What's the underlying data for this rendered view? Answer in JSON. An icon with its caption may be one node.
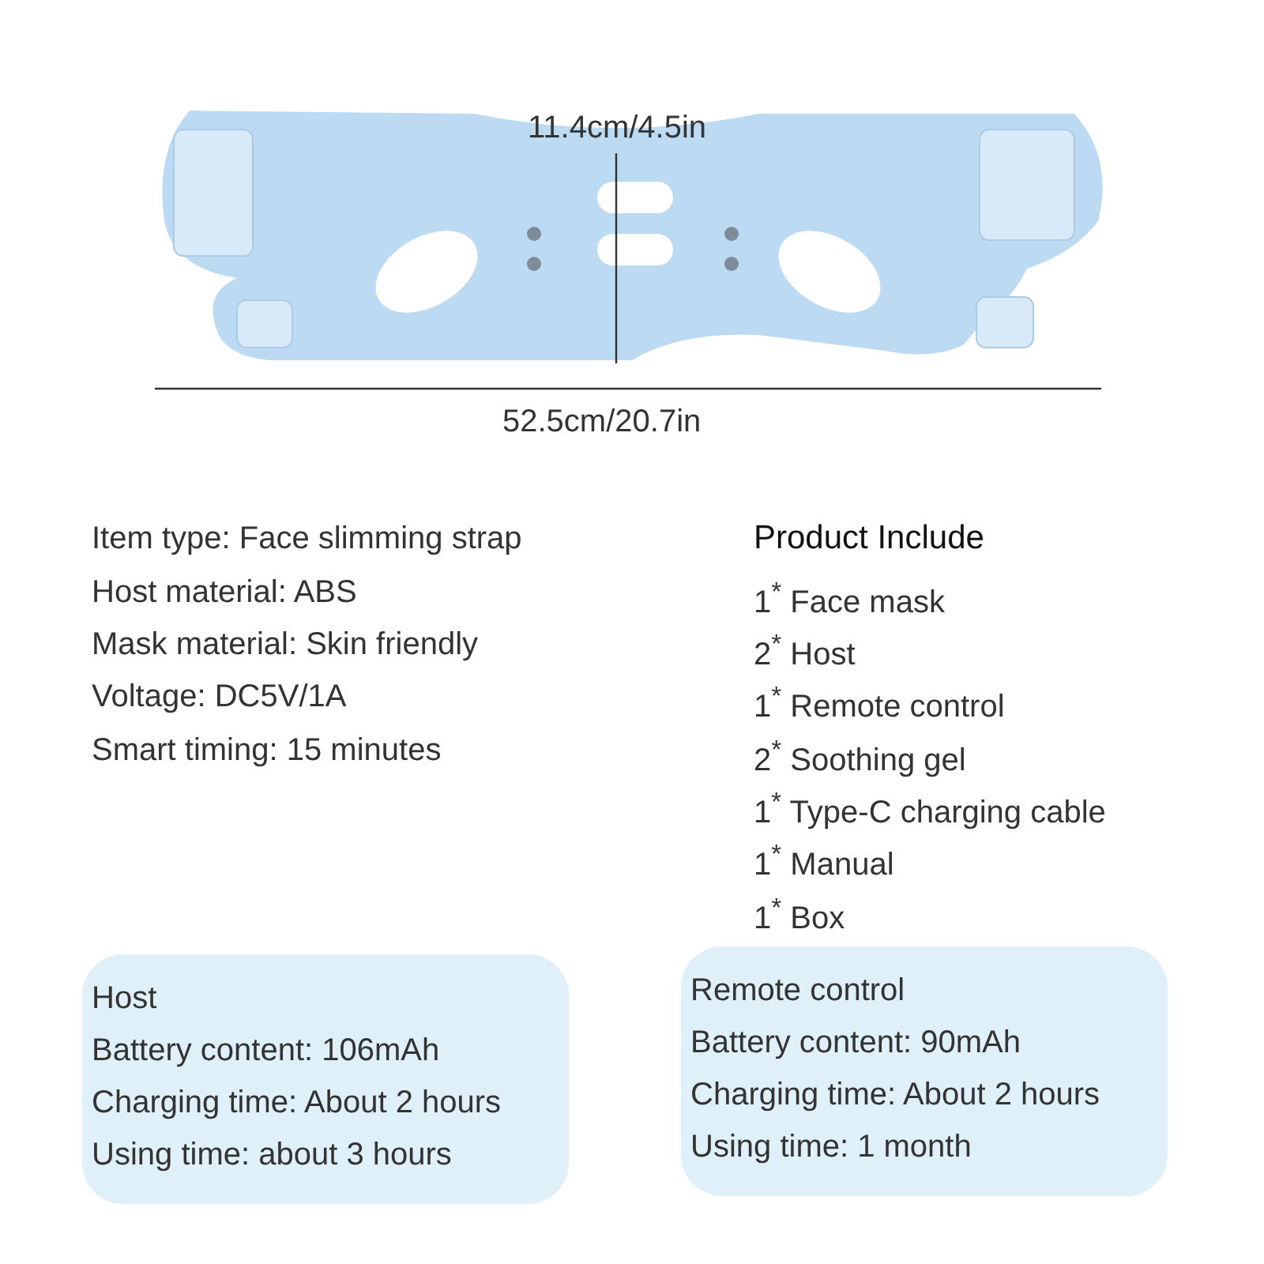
{
  "diagram": {
    "nodes": [
      {
        "text": [
          "Host",
          "Battery content: 106mAh",
          "Charging time: About 2 hours",
          "Using time: about 3 hours"
        ]
      },
      {
        "text": [
          "Remote control",
          "Battery content: 90mAh",
          "Charging time: About 2 hours",
          "Using time: 1 month"
        ]
      }
    ],
    "edges": [],
    "labels": [
      "11.4cm/4.5in",
      "52.5cm/20.7in",
      "Item type: Face slimming strap",
      "Host material: ABS",
      "Mask material: Skin friendly",
      "Voltage: DC5V/1A",
      "Smart timing: 15 minutes",
      "Product Include",
      "1$^{*}$ Face mask",
      "2$^{*}$ Host",
      "1$^{*}$ Remote control",
      "2$^{*}$ Soothing gel",
      "1$^{*}$ Type-C charging cable",
      "1$^{*}$ Manual",
      "1$^{*}$ Box"
    ]
  }
}
